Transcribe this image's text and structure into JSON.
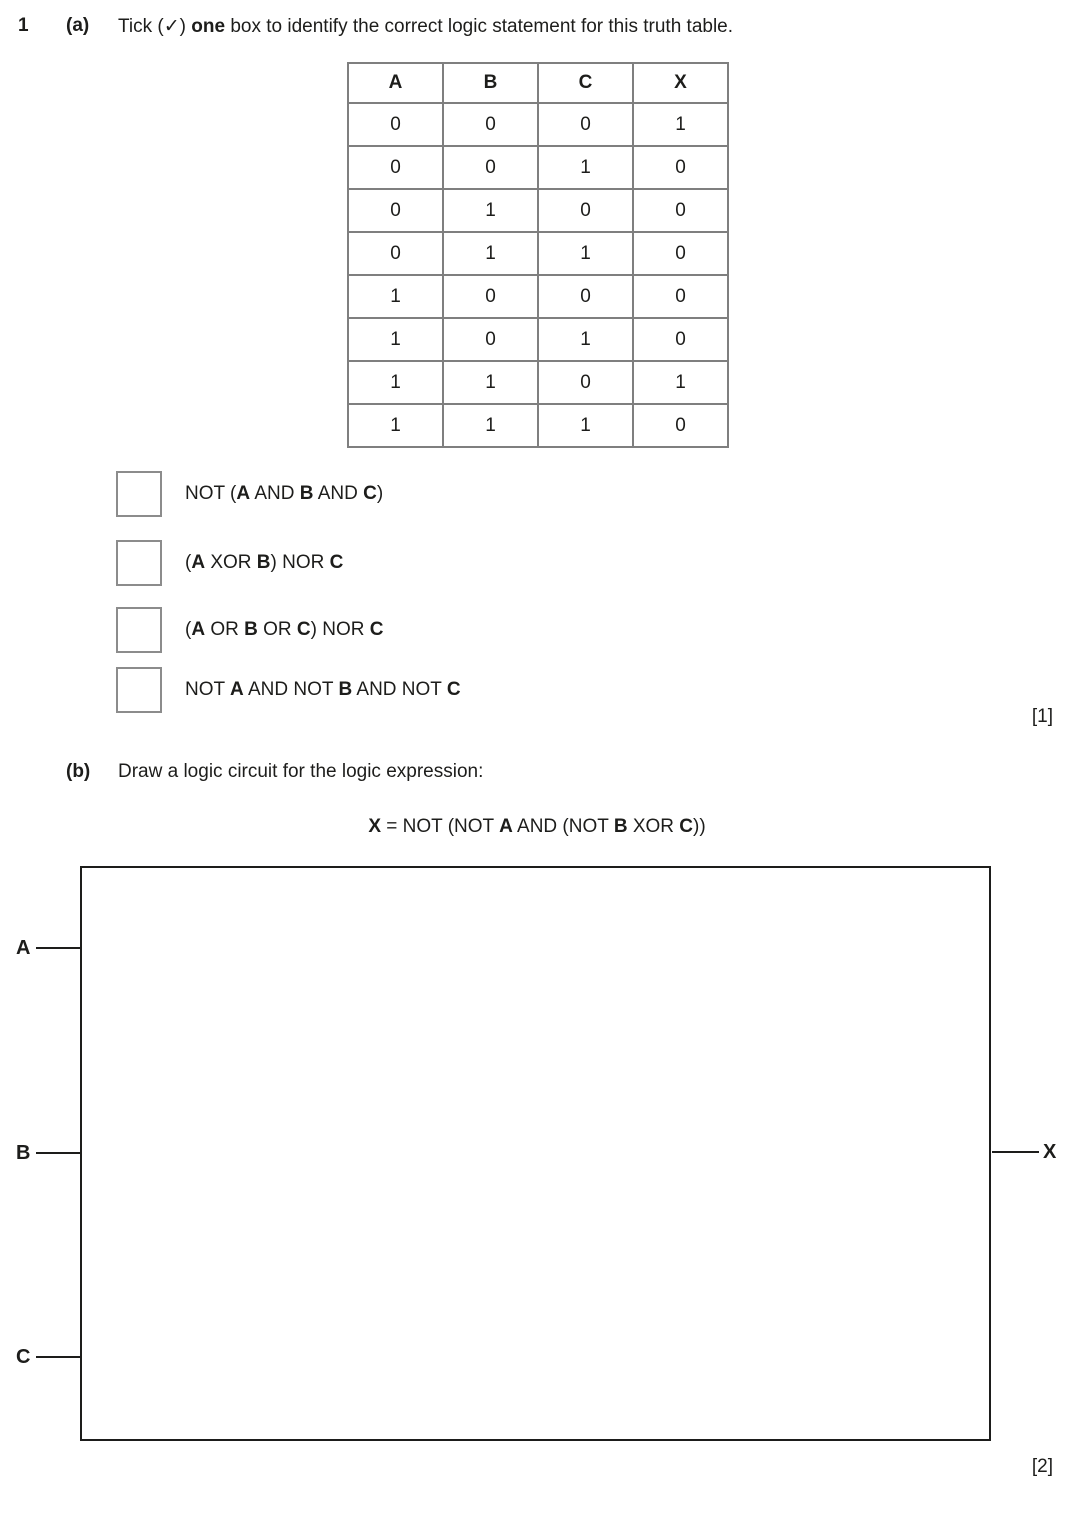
{
  "question": {
    "number": "1",
    "part_a": {
      "label": "(a)",
      "prompt_segments": [
        {
          "t": "Tick (✓) "
        },
        {
          "t": "one",
          "b": true
        },
        {
          "t": " box to identify the correct logic statement for this truth table."
        }
      ],
      "marks": "[1]"
    },
    "part_b": {
      "label": "(b)",
      "prompt": "Draw a logic circuit for the logic expression:",
      "expression_segments": [
        {
          "t": "X",
          "b": true
        },
        {
          "t": " = NOT (NOT "
        },
        {
          "t": "A",
          "b": true
        },
        {
          "t": " AND (NOT "
        },
        {
          "t": "B",
          "b": true
        },
        {
          "t": " XOR "
        },
        {
          "t": "C",
          "b": true
        },
        {
          "t": "))"
        }
      ],
      "marks": "[2]"
    }
  },
  "truth_table": {
    "headers": [
      "A",
      "B",
      "C",
      "X"
    ],
    "rows": [
      [
        "0",
        "0",
        "0",
        "1"
      ],
      [
        "0",
        "0",
        "1",
        "0"
      ],
      [
        "0",
        "1",
        "0",
        "0"
      ],
      [
        "0",
        "1",
        "1",
        "0"
      ],
      [
        "1",
        "0",
        "0",
        "0"
      ],
      [
        "1",
        "0",
        "1",
        "0"
      ],
      [
        "1",
        "1",
        "0",
        "1"
      ],
      [
        "1",
        "1",
        "1",
        "0"
      ]
    ]
  },
  "options": [
    {
      "segments": [
        {
          "t": "NOT ("
        },
        {
          "t": "A",
          "b": true
        },
        {
          "t": " AND "
        },
        {
          "t": "B",
          "b": true
        },
        {
          "t": " AND "
        },
        {
          "t": "C",
          "b": true
        },
        {
          "t": ")"
        }
      ]
    },
    {
      "segments": [
        {
          "t": "("
        },
        {
          "t": "A",
          "b": true
        },
        {
          "t": " XOR "
        },
        {
          "t": "B",
          "b": true
        },
        {
          "t": ") NOR "
        },
        {
          "t": "C",
          "b": true
        }
      ]
    },
    {
      "segments": [
        {
          "t": "("
        },
        {
          "t": "A",
          "b": true
        },
        {
          "t": " OR "
        },
        {
          "t": "B",
          "b": true
        },
        {
          "t": " OR "
        },
        {
          "t": "C",
          "b": true
        },
        {
          "t": ") NOR "
        },
        {
          "t": "C",
          "b": true
        }
      ]
    },
    {
      "segments": [
        {
          "t": "NOT "
        },
        {
          "t": "A",
          "b": true
        },
        {
          "t": " AND NOT "
        },
        {
          "t": "B",
          "b": true
        },
        {
          "t": " AND NOT "
        },
        {
          "t": "C",
          "b": true
        }
      ]
    }
  ],
  "circuit": {
    "inputs": [
      "A",
      "B",
      "C"
    ],
    "output": "X"
  }
}
